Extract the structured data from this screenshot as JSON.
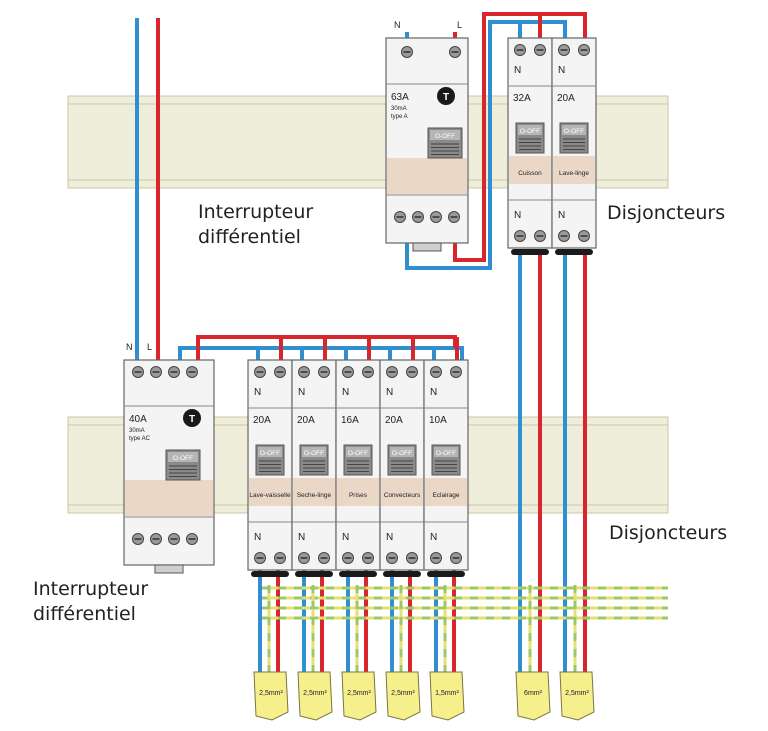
{
  "labels": {
    "rcd_top": [
      "Interrupteur",
      "différentiel"
    ],
    "rcd_bottom": [
      "Interrupteur",
      "différentiel"
    ],
    "breakers_top": "Disjoncteurs",
    "breakers_bottom": "Disjoncteurs",
    "main_n": "N",
    "main_l": "L",
    "top_n": "N",
    "top_l": "L"
  },
  "rcds": [
    {
      "id": "rcd-top",
      "rating": "63A",
      "sensitivity": "30mA",
      "type": "type A",
      "test": "T",
      "toggle": "O-OFF"
    },
    {
      "id": "rcd-bottom",
      "rating": "40A",
      "sensitivity": "30mA",
      "type": "type AC",
      "test": "T",
      "toggle": "O-OFF"
    }
  ],
  "breakers_top": [
    {
      "neutral": "N",
      "rating": "32A",
      "name": "Cuisson",
      "toggle": "O-OFF",
      "cable": "6mm²"
    },
    {
      "neutral": "N",
      "rating": "20A",
      "name": "Lave-linge",
      "toggle": "O-OFF",
      "cable": "2,5mm²"
    }
  ],
  "breakers_bottom": [
    {
      "neutral": "N",
      "rating": "20A",
      "name": "Lave-vaisselle",
      "toggle": "O-OFF",
      "cable": "2,5mm²"
    },
    {
      "neutral": "N",
      "rating": "20A",
      "name": "Seche-linge",
      "toggle": "O-OFF",
      "cable": "2,5mm²"
    },
    {
      "neutral": "N",
      "rating": "16A",
      "name": "Prises",
      "toggle": "O-OFF",
      "cable": "2,5mm²"
    },
    {
      "neutral": "N",
      "rating": "20A",
      "name": "Convecteurs",
      "toggle": "O-OFF",
      "cable": "2,5mm²"
    },
    {
      "neutral": "N",
      "rating": "10A",
      "name": "Eclairage",
      "toggle": "O-OFF",
      "cable": "1,5mm²"
    }
  ],
  "colors": {
    "neutral": "#2f8fd0",
    "live": "#d9262c",
    "earth_yellow": "#e6e070",
    "earth_green": "#9cc86a",
    "rail": "#efeeda",
    "module": "#f4f4f4",
    "tag": "#f6f08c"
  }
}
